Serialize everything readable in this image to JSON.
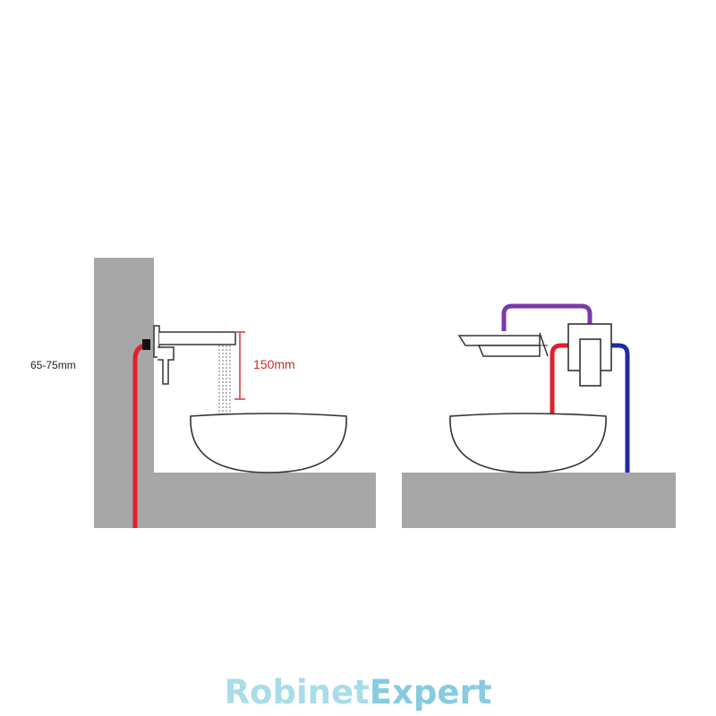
{
  "diagram": {
    "depth_label": "65-75mm",
    "height_label": "150mm"
  },
  "brand": {
    "part1": "Robinet",
    "part2": "Expert"
  },
  "colors": {
    "wall": "#a7a7a7",
    "outline": "#333333",
    "hot_pipe": "#e0202a",
    "cold_pipe": "#1f2aa6",
    "mixed_pipe": "#7b3aa8",
    "measure": "#d43636",
    "water": "#9a9a9a",
    "brand_light": "#a8dde8",
    "brand_dark": "#86cbe0"
  }
}
